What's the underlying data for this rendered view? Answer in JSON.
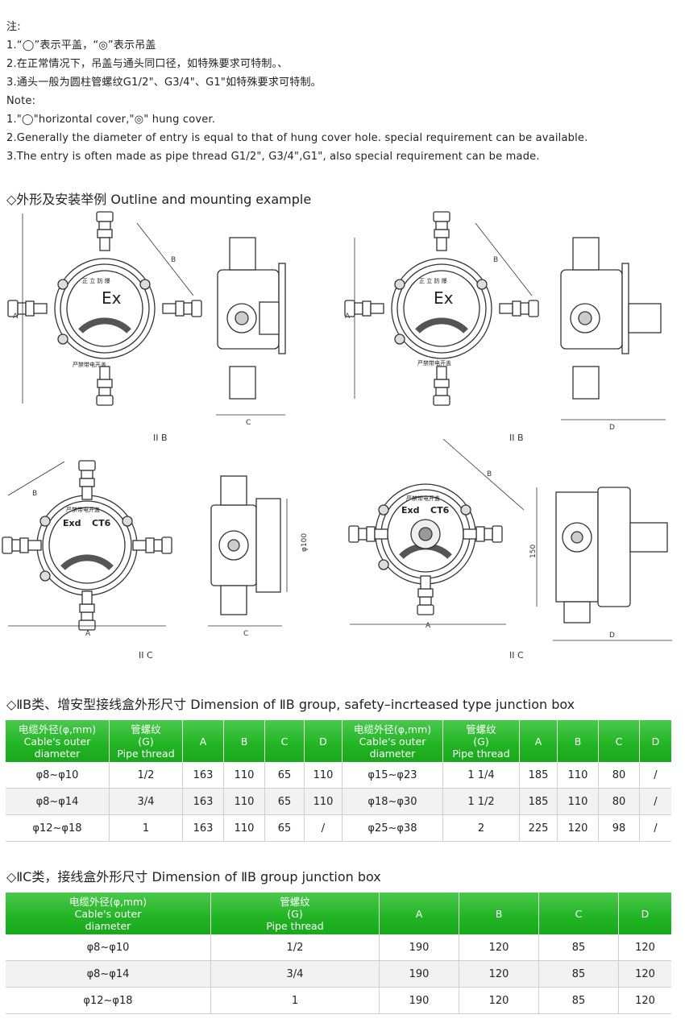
{
  "notes": {
    "heading_cn": "注:",
    "lines_cn": [
      "1.“◯”表示平盖，“◎”表示吊盖",
      "2.在正常情况下，吊盖与通头同口径，如特殊要求可特制。、",
      "3.通头一般为圆柱管螺纹G1/2\"、G3/4\"、G1\"如特殊要求可特制。"
    ],
    "heading_en": "Note:",
    "lines_en": [
      "1.\"◯\"horizontal cover,\"◎\" hung cover.",
      "2.Generally the diameter of entry is equal to that of hung cover hole. special requirement can be available.",
      "3.The entry is often made as pipe thread G1/2\", G3/4\",G1\", also special requirement can be made."
    ]
  },
  "section_outline": {
    "title": "◇外形及安装举例 Outline and mounting example"
  },
  "drawings": {
    "labels": [
      "II B",
      "II B",
      "II C",
      "II C"
    ],
    "dims": {
      "a": "A",
      "b": "B",
      "c": "C",
      "d": "D",
      "phi100": "φ100",
      "h150": "150"
    },
    "marks": {
      "ex": "Ex",
      "exd": "Exd",
      "ct6": "CT6",
      "warn_top": "正 立 防 爆",
      "warn_bottom": "严禁带电开盖"
    }
  },
  "table1": {
    "title": "◇ⅡB类、增安型接线盒外形尺寸 Dimension of ⅡB group, safety–incrteased type junction box",
    "headers": [
      [
        "电缆外径(φ,mm)",
        "Cable's outer",
        "diameter"
      ],
      [
        "管螺纹",
        "(G)",
        "Pipe thread"
      ],
      [
        "A"
      ],
      [
        "B"
      ],
      [
        "C"
      ],
      [
        "D"
      ],
      [
        "电缆外径(φ,mm)",
        "Cable's outer",
        "diameter"
      ],
      [
        "管螺纹",
        "(G)",
        "Pipe thread"
      ],
      [
        "A"
      ],
      [
        "B"
      ],
      [
        "C"
      ],
      [
        "D"
      ]
    ],
    "rows": [
      [
        "φ8~φ10",
        "1/2",
        "163",
        "110",
        "65",
        "110",
        "φ15~φ23",
        "1 1/4",
        "185",
        "110",
        "80",
        "/"
      ],
      [
        "φ8~φ14",
        "3/4",
        "163",
        "110",
        "65",
        "110",
        "φ18~φ30",
        "1 1/2",
        "185",
        "110",
        "80",
        "/"
      ],
      [
        "φ12~φ18",
        "1",
        "163",
        "110",
        "65",
        "/",
        "φ25~φ38",
        "2",
        "225",
        "120",
        "98",
        "/"
      ]
    ]
  },
  "table2": {
    "title": "◇ⅡC类，接线盒外形尺寸 Dimension of ⅡB group junction box",
    "headers": [
      [
        "电缆外径(φ,mm)",
        "Cable's outer",
        "diameter"
      ],
      [
        "管螺纹",
        "(G)",
        "Pipe thread"
      ],
      [
        "A"
      ],
      [
        "B"
      ],
      [
        "C"
      ],
      [
        "D"
      ]
    ],
    "rows": [
      [
        "φ8~φ10",
        "1/2",
        "190",
        "120",
        "85",
        "120"
      ],
      [
        "φ8~φ14",
        "3/4",
        "190",
        "120",
        "85",
        "120"
      ],
      [
        "φ12~φ18",
        "1",
        "190",
        "120",
        "85",
        "120"
      ]
    ]
  },
  "colors": {
    "header_green": "#22b425",
    "alt_row": "#f2f2f2",
    "text": "#222222"
  }
}
